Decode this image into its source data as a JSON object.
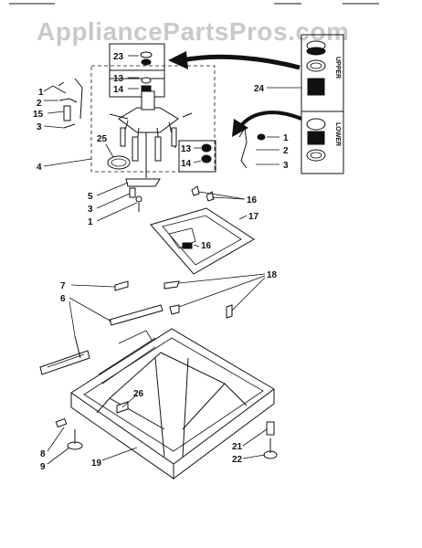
{
  "watermark": "AppliancePartsPros.com",
  "inset_labels": {
    "upper": "UPPER",
    "lower": "LOWER"
  },
  "callouts": {
    "c23": "23",
    "c13a": "13",
    "c14a": "14",
    "c1a": "1",
    "c2a": "2",
    "c15": "15",
    "c3a": "3",
    "c4": "4",
    "c25": "25",
    "c24": "24",
    "c13b": "13",
    "c14b": "14",
    "c1b": "1",
    "c2b": "2",
    "c3b": "3",
    "c5": "5",
    "c3c": "3",
    "c1c": "1",
    "c16a": "16",
    "c17": "17",
    "c16b": "16",
    "c7": "7",
    "c6": "6",
    "c18": "18",
    "c26": "26",
    "c8": "8",
    "c9": "9",
    "c19": "19",
    "c21": "21",
    "c22": "22"
  }
}
